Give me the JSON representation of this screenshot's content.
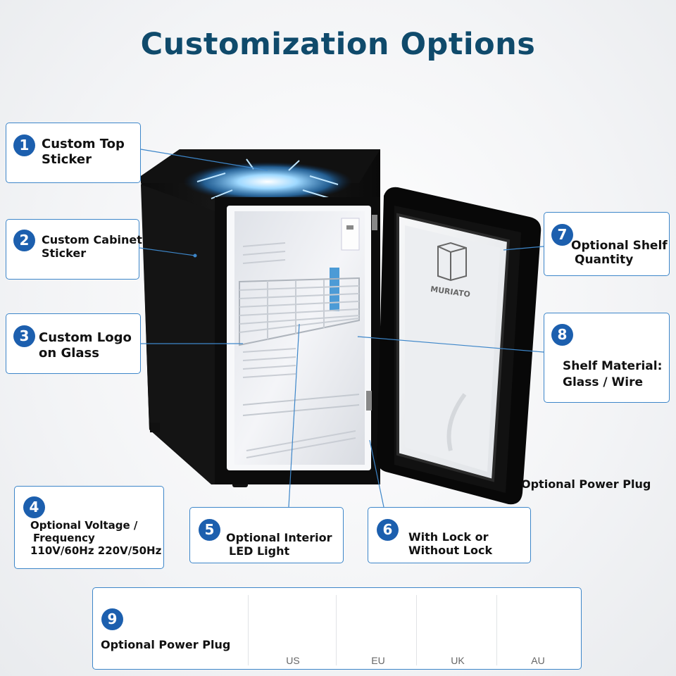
{
  "title": "Customization Options",
  "brand_logo_text": "MURIATO",
  "accent_color": "#1c5fae",
  "title_color": "#0f4a6b",
  "callouts": [
    {
      "number": "1",
      "line1": "Custom Top",
      "line2": "Sticker"
    },
    {
      "number": "2",
      "line1": "Custom Cabinet",
      "line2": "Sticker"
    },
    {
      "number": "3",
      "line1": "Custom Logo",
      "line2": "on Glass"
    },
    {
      "number": "4",
      "line1": "Optional Voltage /",
      "line2": "Frequency",
      "line3": "110V/60Hz 220V/50Hz"
    },
    {
      "number": "5",
      "line1": "Optional Interior",
      "line2": "LED Light"
    },
    {
      "number": "6",
      "line1": "With Lock or",
      "line2": "Without Lock"
    },
    {
      "number": "7",
      "line1": "Optional Shelf",
      "line2": "Quantity"
    },
    {
      "number": "8",
      "line1": "Shelf Material:",
      "line2": "Glass / Wire"
    },
    {
      "number": "9",
      "line1": "Optional Power Plug"
    }
  ],
  "floating_label": "Optional Power Plug",
  "plugs": [
    "US",
    "EU",
    "UK",
    "AU"
  ]
}
